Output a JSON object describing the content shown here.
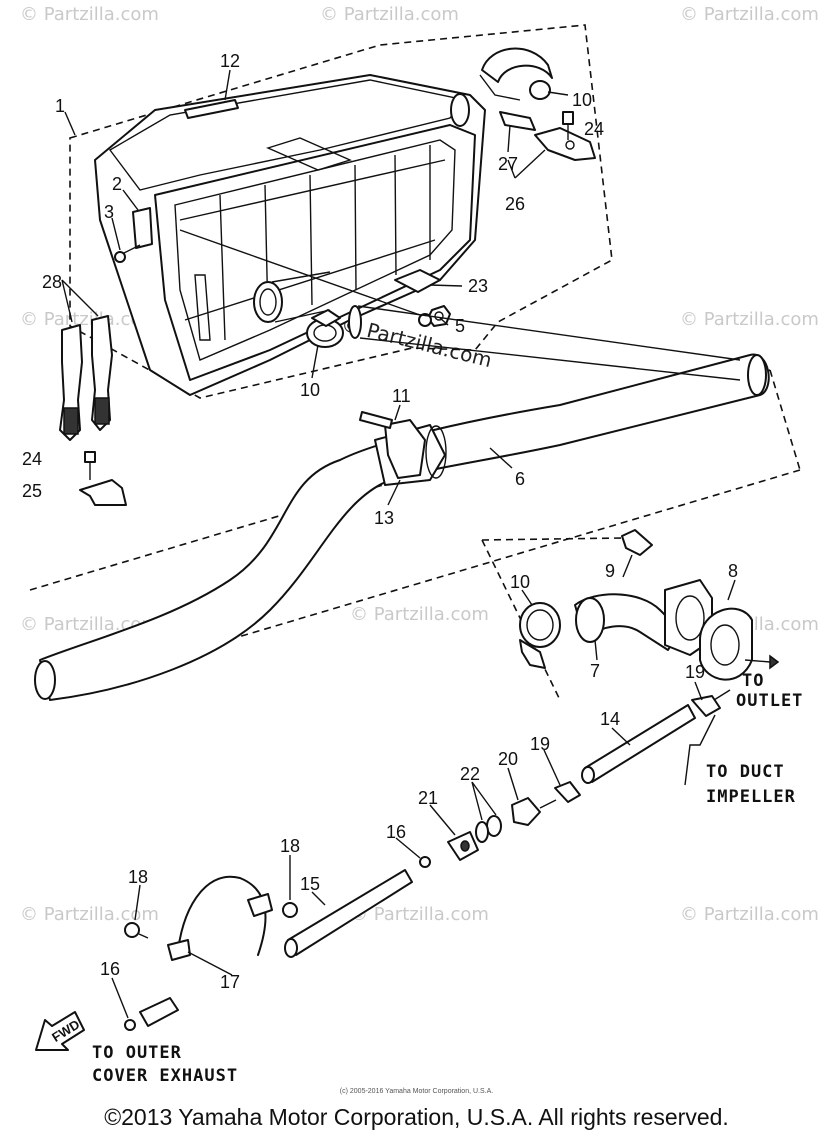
{
  "watermark": {
    "site": "© Partzilla.com",
    "center_text": "© Partzilla.com"
  },
  "labels": {
    "p1": "1",
    "p2": "2",
    "p3": "3",
    "p5": "5",
    "p6": "6",
    "p7": "7",
    "p8": "8",
    "p9": "9",
    "p10a": "10",
    "p10b": "10",
    "p10c": "10",
    "p11": "11",
    "p12": "12",
    "p13": "13",
    "p14": "14",
    "p15": "15",
    "p16a": "16",
    "p16b": "16",
    "p17": "17",
    "p18a": "18",
    "p18b": "18",
    "p19a": "19",
    "p19b": "19",
    "p20": "20",
    "p21": "21",
    "p22": "22",
    "p23": "23",
    "p24a": "24",
    "p24b": "24",
    "p25": "25",
    "p26": "26",
    "p27": "27",
    "p28": "28"
  },
  "notes": {
    "outlet_line1": "TO",
    "outlet_line2": "OUTLET",
    "duct_line1": "TO DUCT",
    "duct_line2": "IMPELLER",
    "exhaust_line1": "TO OUTER",
    "exhaust_line2": "COVER EXHAUST",
    "fwd": "FWD"
  },
  "footer": {
    "small_copyright": "(c) 2005-2016 Yamaha Motor Corporation, U.S.A.",
    "copyright": "©2013 Yamaha Motor Corporation, U.S.A. All rights reserved."
  }
}
